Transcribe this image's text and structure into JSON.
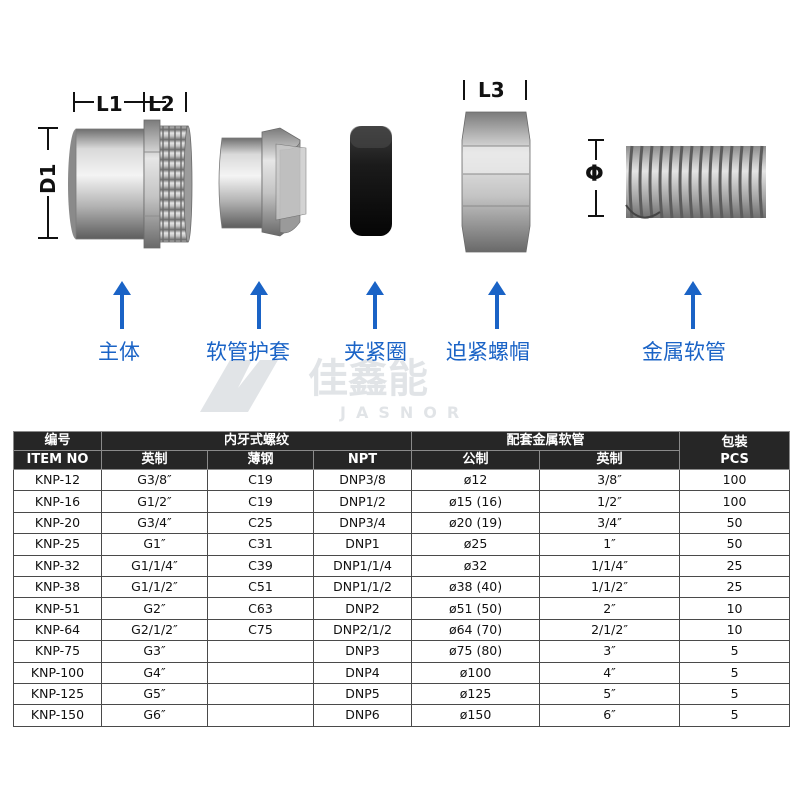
{
  "dimensions": {
    "l1": "L1",
    "l2": "L2",
    "l3": "L3",
    "d1": "D1",
    "phi": "Φ"
  },
  "parts": {
    "body": "主体",
    "sleeve": "软管护套",
    "clamp_ring": "夹紧圈",
    "nut": "迫紧螺帽",
    "hose": "金属软管"
  },
  "watermark": {
    "brand_cn": "佳鑫能",
    "brand_en": "JASNOR"
  },
  "colors": {
    "accent_blue": "#1a63c6",
    "header_bg": "#262626"
  },
  "table": {
    "headers": {
      "code_cn": "编号",
      "item_no": "ITEM NO",
      "thread_group": "内牙式螺纹",
      "imperial": "英制",
      "thin_steel": "薄钢",
      "npt": "NPT",
      "hose_group": "配套金属软管",
      "metric": "公制",
      "hose_imperial": "英制",
      "pack_cn": "包装",
      "pack_en": "PCS"
    },
    "rows": [
      {
        "item": "KNP-12",
        "imperial": "G3/8″",
        "steel": "C19",
        "npt": "DNP3/8",
        "metric": "ø12",
        "hose": "3/8″",
        "pcs": "100"
      },
      {
        "item": "KNP-16",
        "imperial": "G1/2″",
        "steel": "C19",
        "npt": "DNP1/2",
        "metric": "ø15 (16)",
        "hose": "1/2″",
        "pcs": "100"
      },
      {
        "item": "KNP-20",
        "imperial": "G3/4″",
        "steel": "C25",
        "npt": "DNP3/4",
        "metric": "ø20 (19)",
        "hose": "3/4″",
        "pcs": "50"
      },
      {
        "item": "KNP-25",
        "imperial": "G1″",
        "steel": "C31",
        "npt": "DNP1",
        "metric": "ø25",
        "hose": "1″",
        "pcs": "50"
      },
      {
        "item": "KNP-32",
        "imperial": "G1/1/4″",
        "steel": "C39",
        "npt": "DNP1/1/4",
        "metric": "ø32",
        "hose": "1/1/4″",
        "pcs": "25"
      },
      {
        "item": "KNP-38",
        "imperial": "G1/1/2″",
        "steel": "C51",
        "npt": "DNP1/1/2",
        "metric": "ø38 (40)",
        "hose": "1/1/2″",
        "pcs": "25"
      },
      {
        "item": "KNP-51",
        "imperial": "G2″",
        "steel": "C63",
        "npt": "DNP2",
        "metric": "ø51 (50)",
        "hose": "2″",
        "pcs": "10"
      },
      {
        "item": "KNP-64",
        "imperial": "G2/1/2″",
        "steel": "C75",
        "npt": "DNP2/1/2",
        "metric": "ø64 (70)",
        "hose": "2/1/2″",
        "pcs": "10"
      },
      {
        "item": "KNP-75",
        "imperial": "G3″",
        "steel": "",
        "npt": "DNP3",
        "metric": "ø75 (80)",
        "hose": "3″",
        "pcs": "5"
      },
      {
        "item": "KNP-100",
        "imperial": "G4″",
        "steel": "",
        "npt": "DNP4",
        "metric": "ø100",
        "hose": "4″",
        "pcs": "5"
      },
      {
        "item": "KNP-125",
        "imperial": "G5″",
        "steel": "",
        "npt": "DNP5",
        "metric": "ø125",
        "hose": "5″",
        "pcs": "5"
      },
      {
        "item": "KNP-150",
        "imperial": "G6″",
        "steel": "",
        "npt": "DNP6",
        "metric": "ø150",
        "hose": "6″",
        "pcs": "5"
      }
    ]
  }
}
